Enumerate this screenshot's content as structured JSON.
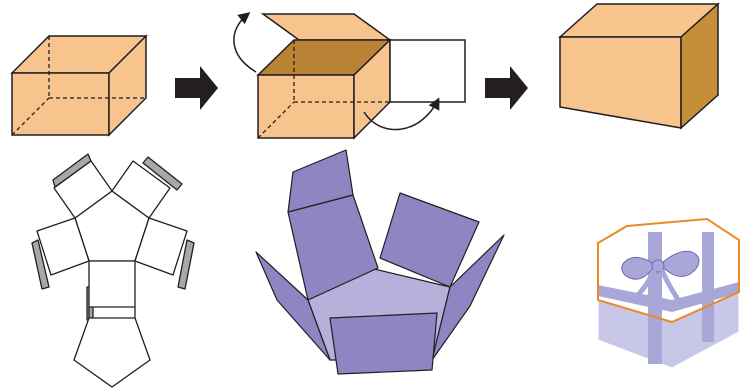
{
  "figure": {
    "description_free": true,
    "panels": [
      {
        "id": "box-closed-dashed",
        "icon": "box-icon"
      },
      {
        "id": "box-lid-opening",
        "icon": "box-open-icon"
      },
      {
        "id": "box-finished",
        "icon": "box-icon"
      },
      {
        "id": "pentagon-net",
        "icon": "net-icon"
      },
      {
        "id": "pentagon-tray-folding",
        "icon": "tray-icon"
      },
      {
        "id": "gift-box",
        "icon": "gift-icon"
      }
    ],
    "arrows": [
      {
        "id": "arrow-1",
        "icon": "arrow-right-icon"
      },
      {
        "id": "arrow-2",
        "icon": "arrow-right-icon"
      }
    ],
    "colors": {
      "box_light": "#F7C48E",
      "box_dark": "#C58F3A",
      "box_mid": "#B98234",
      "tray_dark": "#8E85C2",
      "tray_light": "#B6B0DB",
      "gift_ribbon": "#A9A6D8",
      "gift_box": "#C9C7E8",
      "gift_lid_outline": "#E88A25",
      "tab_grey": "#A8A8A8",
      "line": "#231F20"
    }
  }
}
